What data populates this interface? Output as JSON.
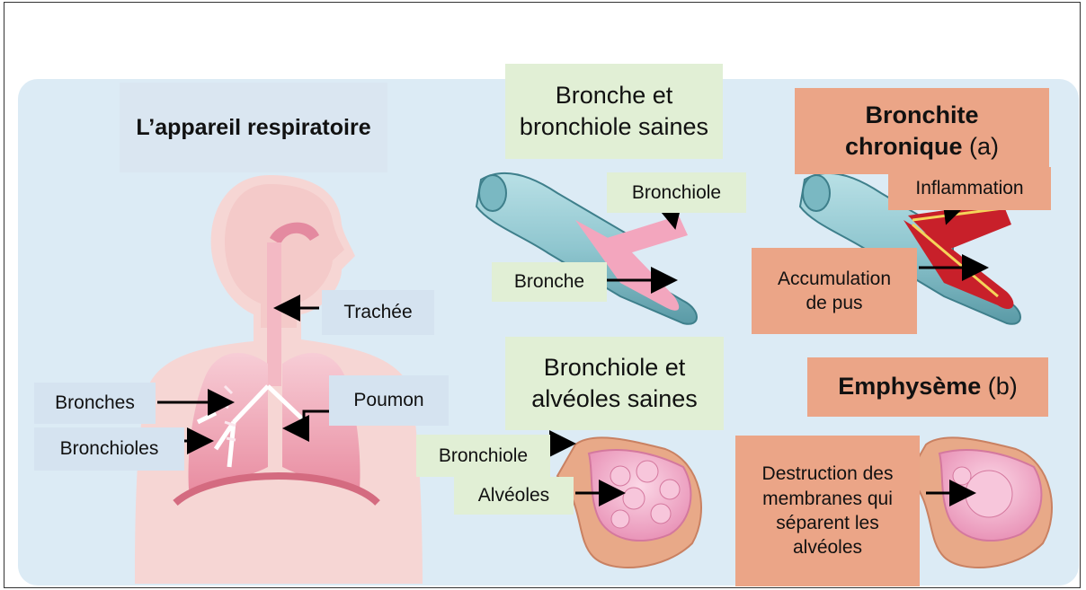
{
  "title": "L’appareil respiratoire",
  "healthy_bronchus_title": "Bronche et bronchiole saines",
  "chronic_bronchitis": {
    "title": "Bronchite chronique",
    "suffix": "(a)"
  },
  "healthy_alveoli_title": "Bronchiole et alvéoles saines",
  "emphysema": {
    "title": "Emphysème",
    "suffix": "(b)"
  },
  "labels": {
    "trachea": "Trachée",
    "lung": "Poumon",
    "bronchi": "Bronches",
    "bronchioles": "Bronchioles",
    "bronchiole_top": "Bronchiole",
    "bronchus": "Bronche",
    "inflammation": "Inflammation",
    "pus": "Accumulation de pus",
    "bronchiole_bottom": "Bronchiole",
    "alveoli": "Alvéoles",
    "destruction": "Destruction des membranes qui séparent les alvéoles"
  },
  "colors": {
    "panel": "#dcebf5",
    "title_blue": "#dae6f1",
    "healthy_green": "#e1efd5",
    "disease_orange": "#eba587",
    "body_silhouette": "#f6d6d4",
    "lung_pink": "#f3b9c4",
    "bronchus_blue": "#8fc6cf",
    "inflamed_red": "#c8202a",
    "alveoli_pink": "#f4bcd5"
  }
}
